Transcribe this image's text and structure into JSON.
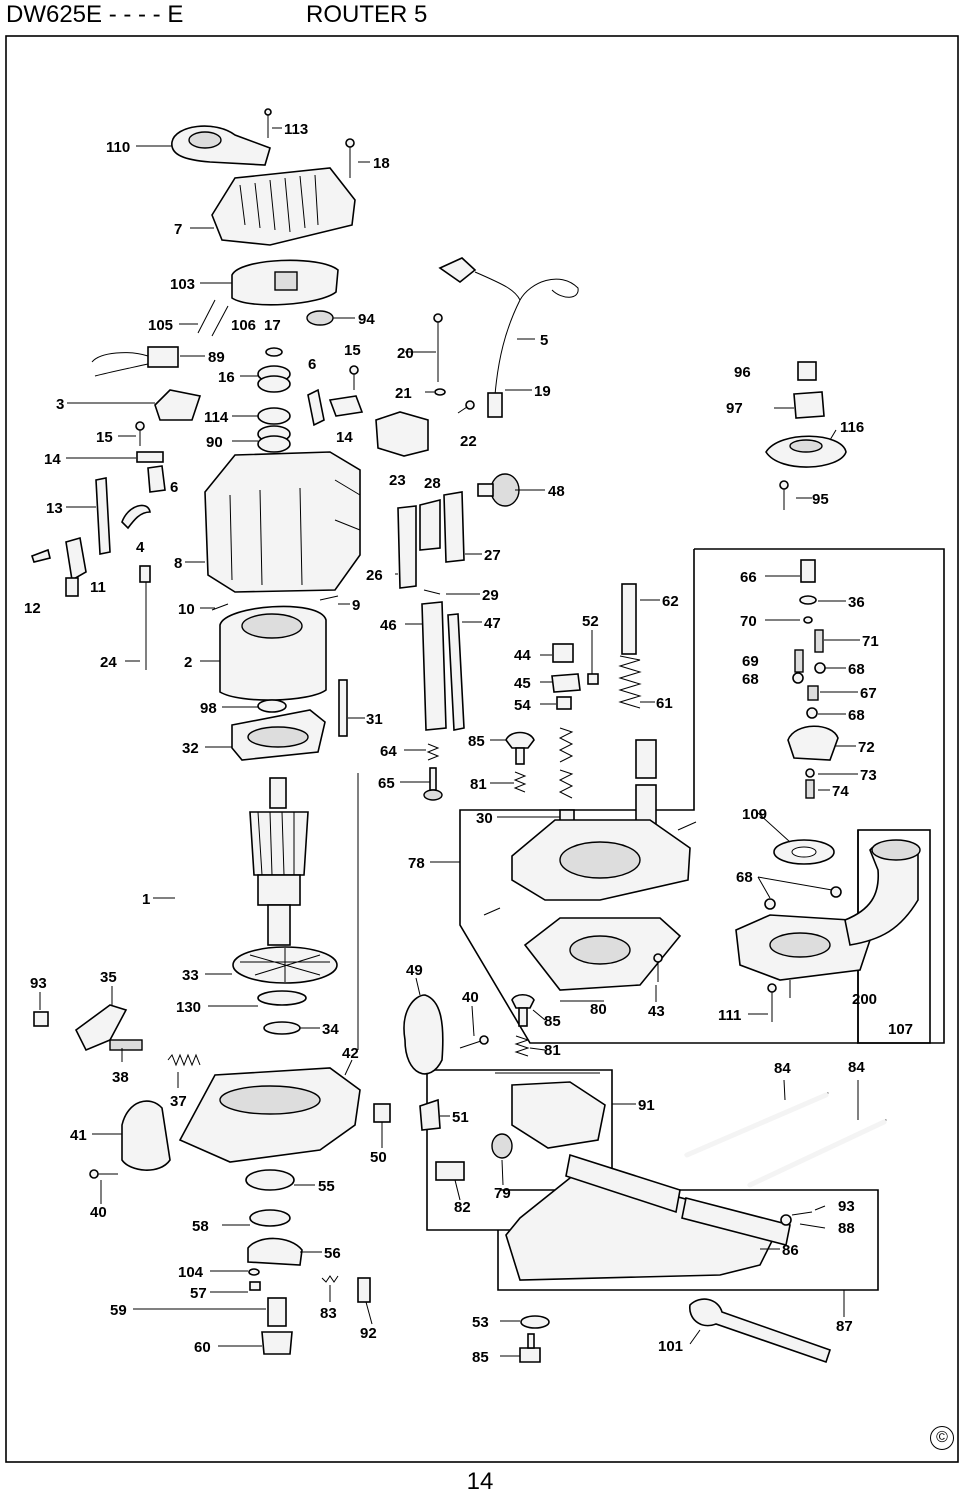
{
  "header": {
    "model": "DW625E - - - - E",
    "title": "ROUTER 5"
  },
  "page_number": "14",
  "copyright_symbol": "©",
  "callouts": {
    "c110": "110",
    "c113": "113",
    "c18": "18",
    "c7": "7",
    "c103": "103",
    "c105": "105",
    "c106": "106",
    "c17": "17",
    "c94": "94",
    "c89": "89",
    "c16": "16",
    "c6a": "6",
    "c15a": "15",
    "c20": "20",
    "c5": "5",
    "c3": "3",
    "c114": "114",
    "c21": "21",
    "c19": "19",
    "c15b": "15",
    "c90": "90",
    "c14a": "14",
    "c22": "22",
    "c96": "96",
    "c97": "97",
    "c116": "116",
    "c14b": "14",
    "c23": "23",
    "c28": "28",
    "c48": "48",
    "c6b": "6",
    "c13": "13",
    "c4": "4",
    "c95": "95",
    "c8": "8",
    "c27": "27",
    "c26": "26",
    "c12": "12",
    "c11": "11",
    "c29": "29",
    "c10": "10",
    "c9": "9",
    "c62": "62",
    "c66": "66",
    "c36": "36",
    "c46": "46",
    "c47": "47",
    "c52": "52",
    "c70": "70",
    "c71": "71",
    "c24": "24",
    "c2": "2",
    "c44": "44",
    "c69": "69",
    "c68a": "68",
    "c68b": "68",
    "c45": "45",
    "c67": "67",
    "c98": "98",
    "c31": "31",
    "c54": "54",
    "c61": "61",
    "c68c": "68",
    "c32": "32",
    "c64": "64",
    "c85a": "85",
    "c72": "72",
    "c65": "65",
    "c81a": "81",
    "c73": "73",
    "c74": "74",
    "c30": "30",
    "c109": "109",
    "c78": "78",
    "c68d": "68",
    "c1": "1",
    "c93a": "93",
    "c35": "35",
    "c33": "33",
    "c49": "49",
    "c40a": "40",
    "c80": "80",
    "c43": "43",
    "c111": "111",
    "c200": "200",
    "c130": "130",
    "c85b": "85",
    "c107": "107",
    "c34": "34",
    "c81b": "81",
    "c42": "42",
    "c38": "38",
    "c84a": "84",
    "c84b": "84",
    "c37": "37",
    "c91": "91",
    "c41": "41",
    "c51": "51",
    "c50": "50",
    "c55": "55",
    "c40b": "40",
    "c82": "82",
    "c79": "79",
    "c93b": "93",
    "c58": "58",
    "c88": "88",
    "c56": "56",
    "c86": "86",
    "c104": "104",
    "c57": "57",
    "c59": "59",
    "c83": "83",
    "c92": "92",
    "c87": "87",
    "c53": "53",
    "c60": "60",
    "c101": "101",
    "c85c": "85"
  }
}
